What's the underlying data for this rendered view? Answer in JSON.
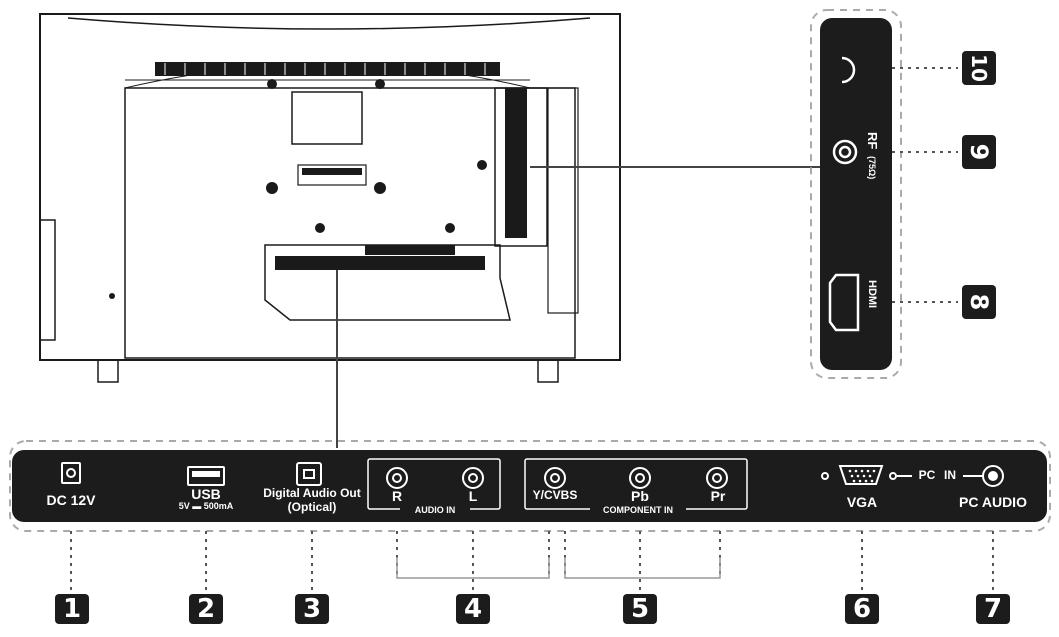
{
  "ports": {
    "dc": "DC 12V",
    "usb": "USB",
    "usb_rating": "5V ▬ 500mA",
    "optical_line1": "Digital Audio Out",
    "optical_line2": "(Optical)",
    "audio_r": "R",
    "audio_l": "L",
    "audio_in": "AUDIO IN",
    "ycvbs": "Y/CVBS",
    "pb": "Pb",
    "pr": "Pr",
    "component_in": "COMPONENT IN",
    "vga": "VGA",
    "pc_in_pc": "PC",
    "pc_in_in": "IN",
    "pc_audio": "PC AUDIO",
    "rf": "RF",
    "rf_impedance": "(75Ω)",
    "hdmi": "HDMI"
  },
  "callouts": [
    "1",
    "2",
    "3",
    "4",
    "5",
    "6",
    "7",
    "8",
    "9",
    "10"
  ]
}
